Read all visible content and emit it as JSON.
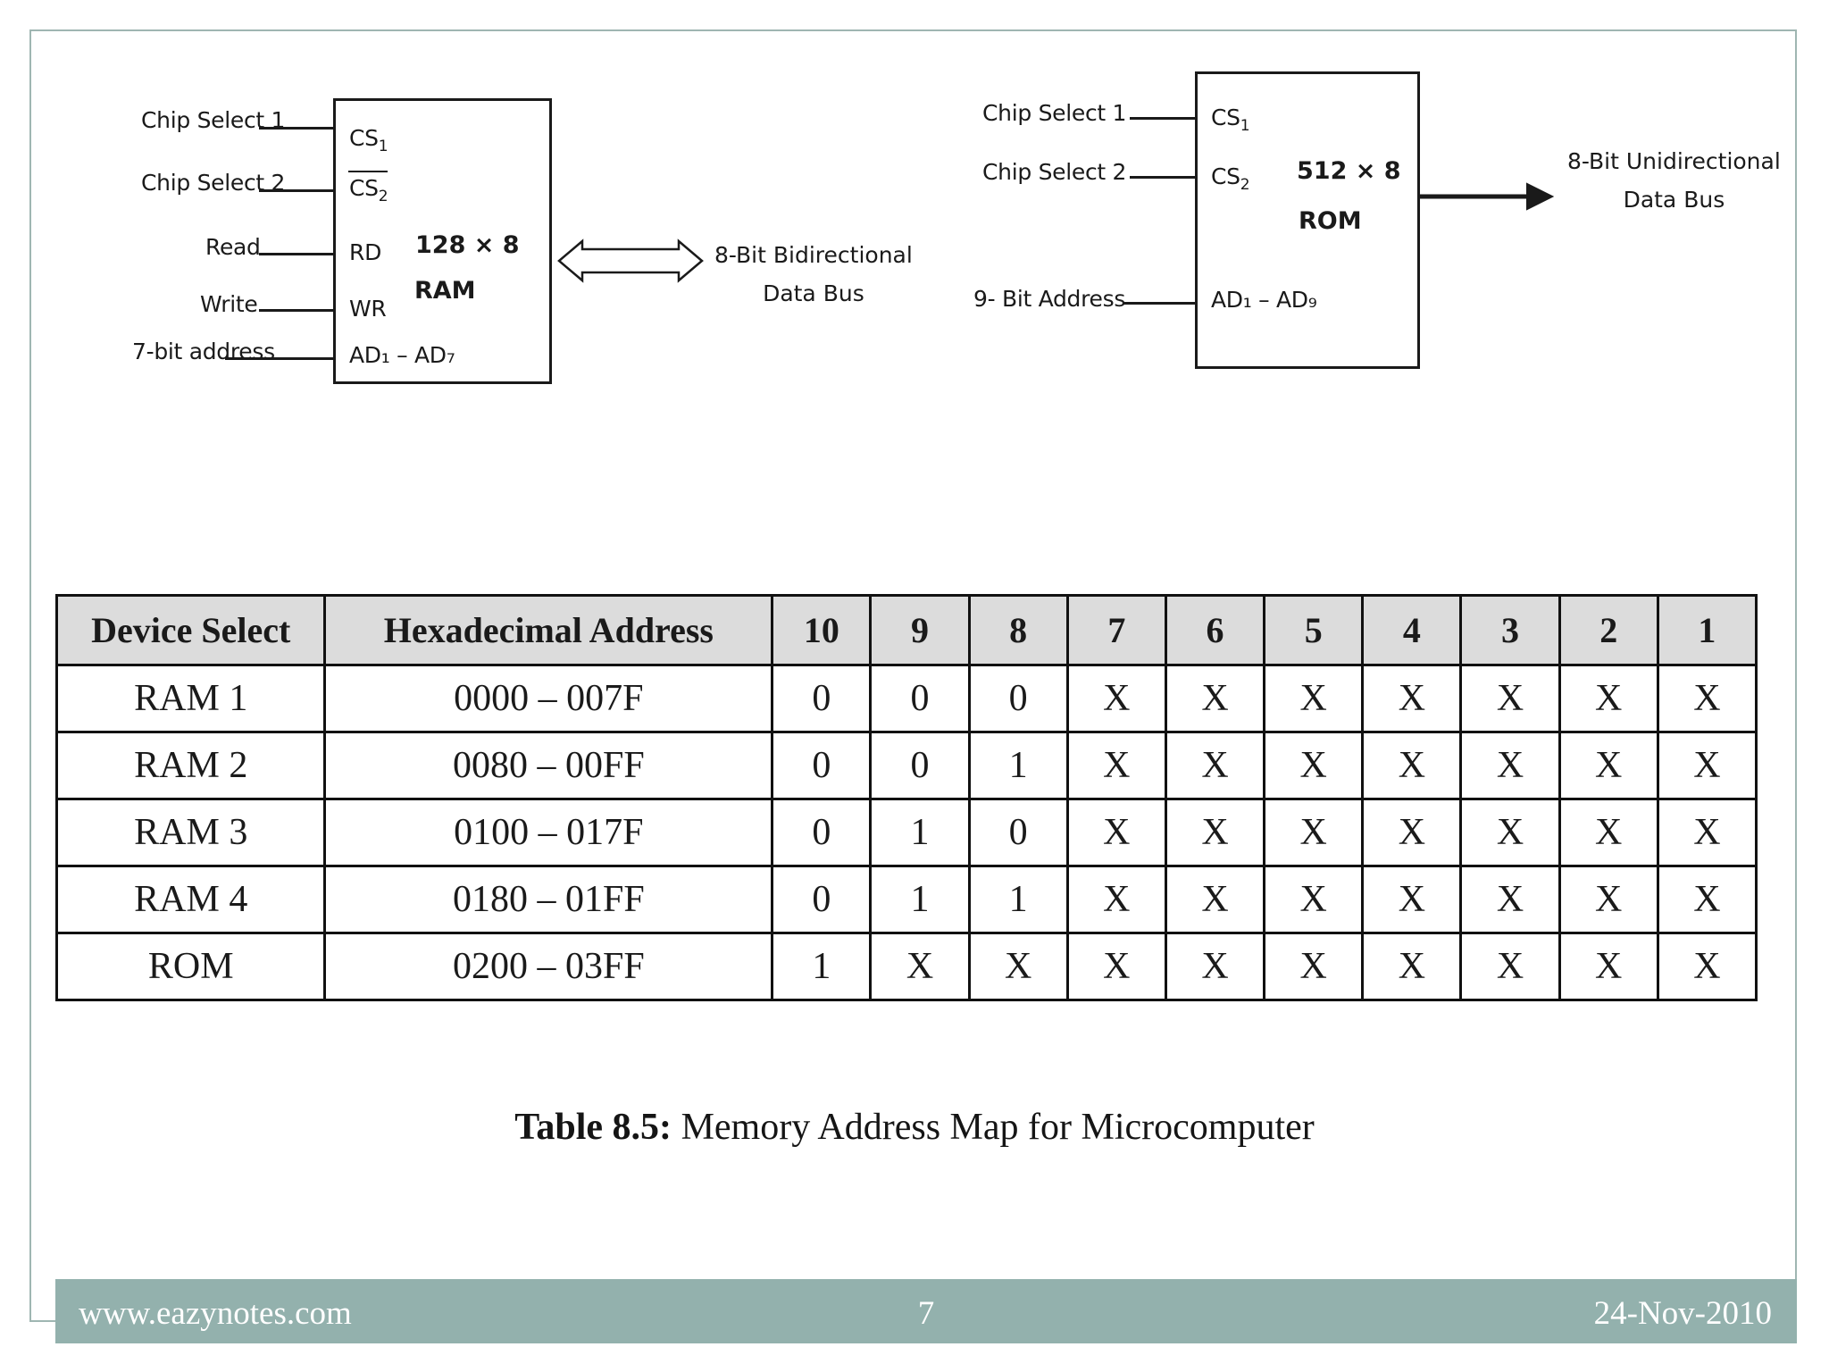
{
  "slide": {
    "page_number": "7",
    "footer_site": "www.eazynotes.com",
    "footer_date": "24-Nov-2010"
  },
  "ram_diagram": {
    "title_size": "128 × 8",
    "title_kind": "RAM",
    "inputs": [
      {
        "label": "Chip Select 1",
        "pin": "CS",
        "pin_sub": "1",
        "overbar": false
      },
      {
        "label": "Chip Select 2",
        "pin": "CS",
        "pin_sub": "2",
        "overbar": true
      },
      {
        "label": "Read",
        "pin": "RD",
        "pin_sub": "",
        "overbar": false
      },
      {
        "label": "Write",
        "pin": "WR",
        "pin_sub": "",
        "overbar": false
      },
      {
        "label": "7-bit address",
        "pin": "AD₁ – AD₇",
        "pin_sub": "",
        "overbar": false
      }
    ],
    "bus_label_line1": "8-Bit Bidirectional",
    "bus_label_line2": "Data Bus",
    "bus_type": "bidirectional"
  },
  "rom_diagram": {
    "title_size": "512 × 8",
    "title_kind": "ROM",
    "inputs": [
      {
        "label": "Chip Select 1",
        "pin": "CS",
        "pin_sub": "1"
      },
      {
        "label": "Chip Select 2",
        "pin": "CS",
        "pin_sub": "2"
      },
      {
        "label": "9- Bit Address",
        "pin": "AD₁ – AD₉",
        "pin_sub": ""
      }
    ],
    "bus_label_line1": "8-Bit Unidirectional",
    "bus_label_line2": "Data Bus",
    "bus_type": "unidirectional"
  },
  "table": {
    "headers": [
      "Device Select",
      "Hexadecimal Address",
      "10",
      "9",
      "8",
      "7",
      "6",
      "5",
      "4",
      "3",
      "2",
      "1"
    ],
    "rows": [
      {
        "cells": [
          "RAM 1",
          "0000 – 007F",
          "0",
          "0",
          "0",
          "X",
          "X",
          "X",
          "X",
          "X",
          "X",
          "X"
        ]
      },
      {
        "cells": [
          "RAM 2",
          "0080 – 00FF",
          "0",
          "0",
          "1",
          "X",
          "X",
          "X",
          "X",
          "X",
          "X",
          "X"
        ]
      },
      {
        "cells": [
          "RAM 3",
          "0100 – 017F",
          "0",
          "1",
          "0",
          "X",
          "X",
          "X",
          "X",
          "X",
          "X",
          "X"
        ]
      },
      {
        "cells": [
          "RAM 4",
          "0180 – 01FF",
          "0",
          "1",
          "1",
          "X",
          "X",
          "X",
          "X",
          "X",
          "X",
          "X"
        ]
      },
      {
        "cells": [
          "ROM",
          "0200 – 03FF",
          "1",
          "X",
          "X",
          "X",
          "X",
          "X",
          "X",
          "X",
          "X",
          "X"
        ]
      }
    ],
    "caption_label": "Table 8.5:",
    "caption_text": " Memory Address Map for Microcomputer"
  },
  "colors": {
    "footer_bar": "#93b1ad",
    "page_border": "#9fb6b2",
    "table_header_fill": "#dcdcdc",
    "ink": "#1a1a1a"
  }
}
